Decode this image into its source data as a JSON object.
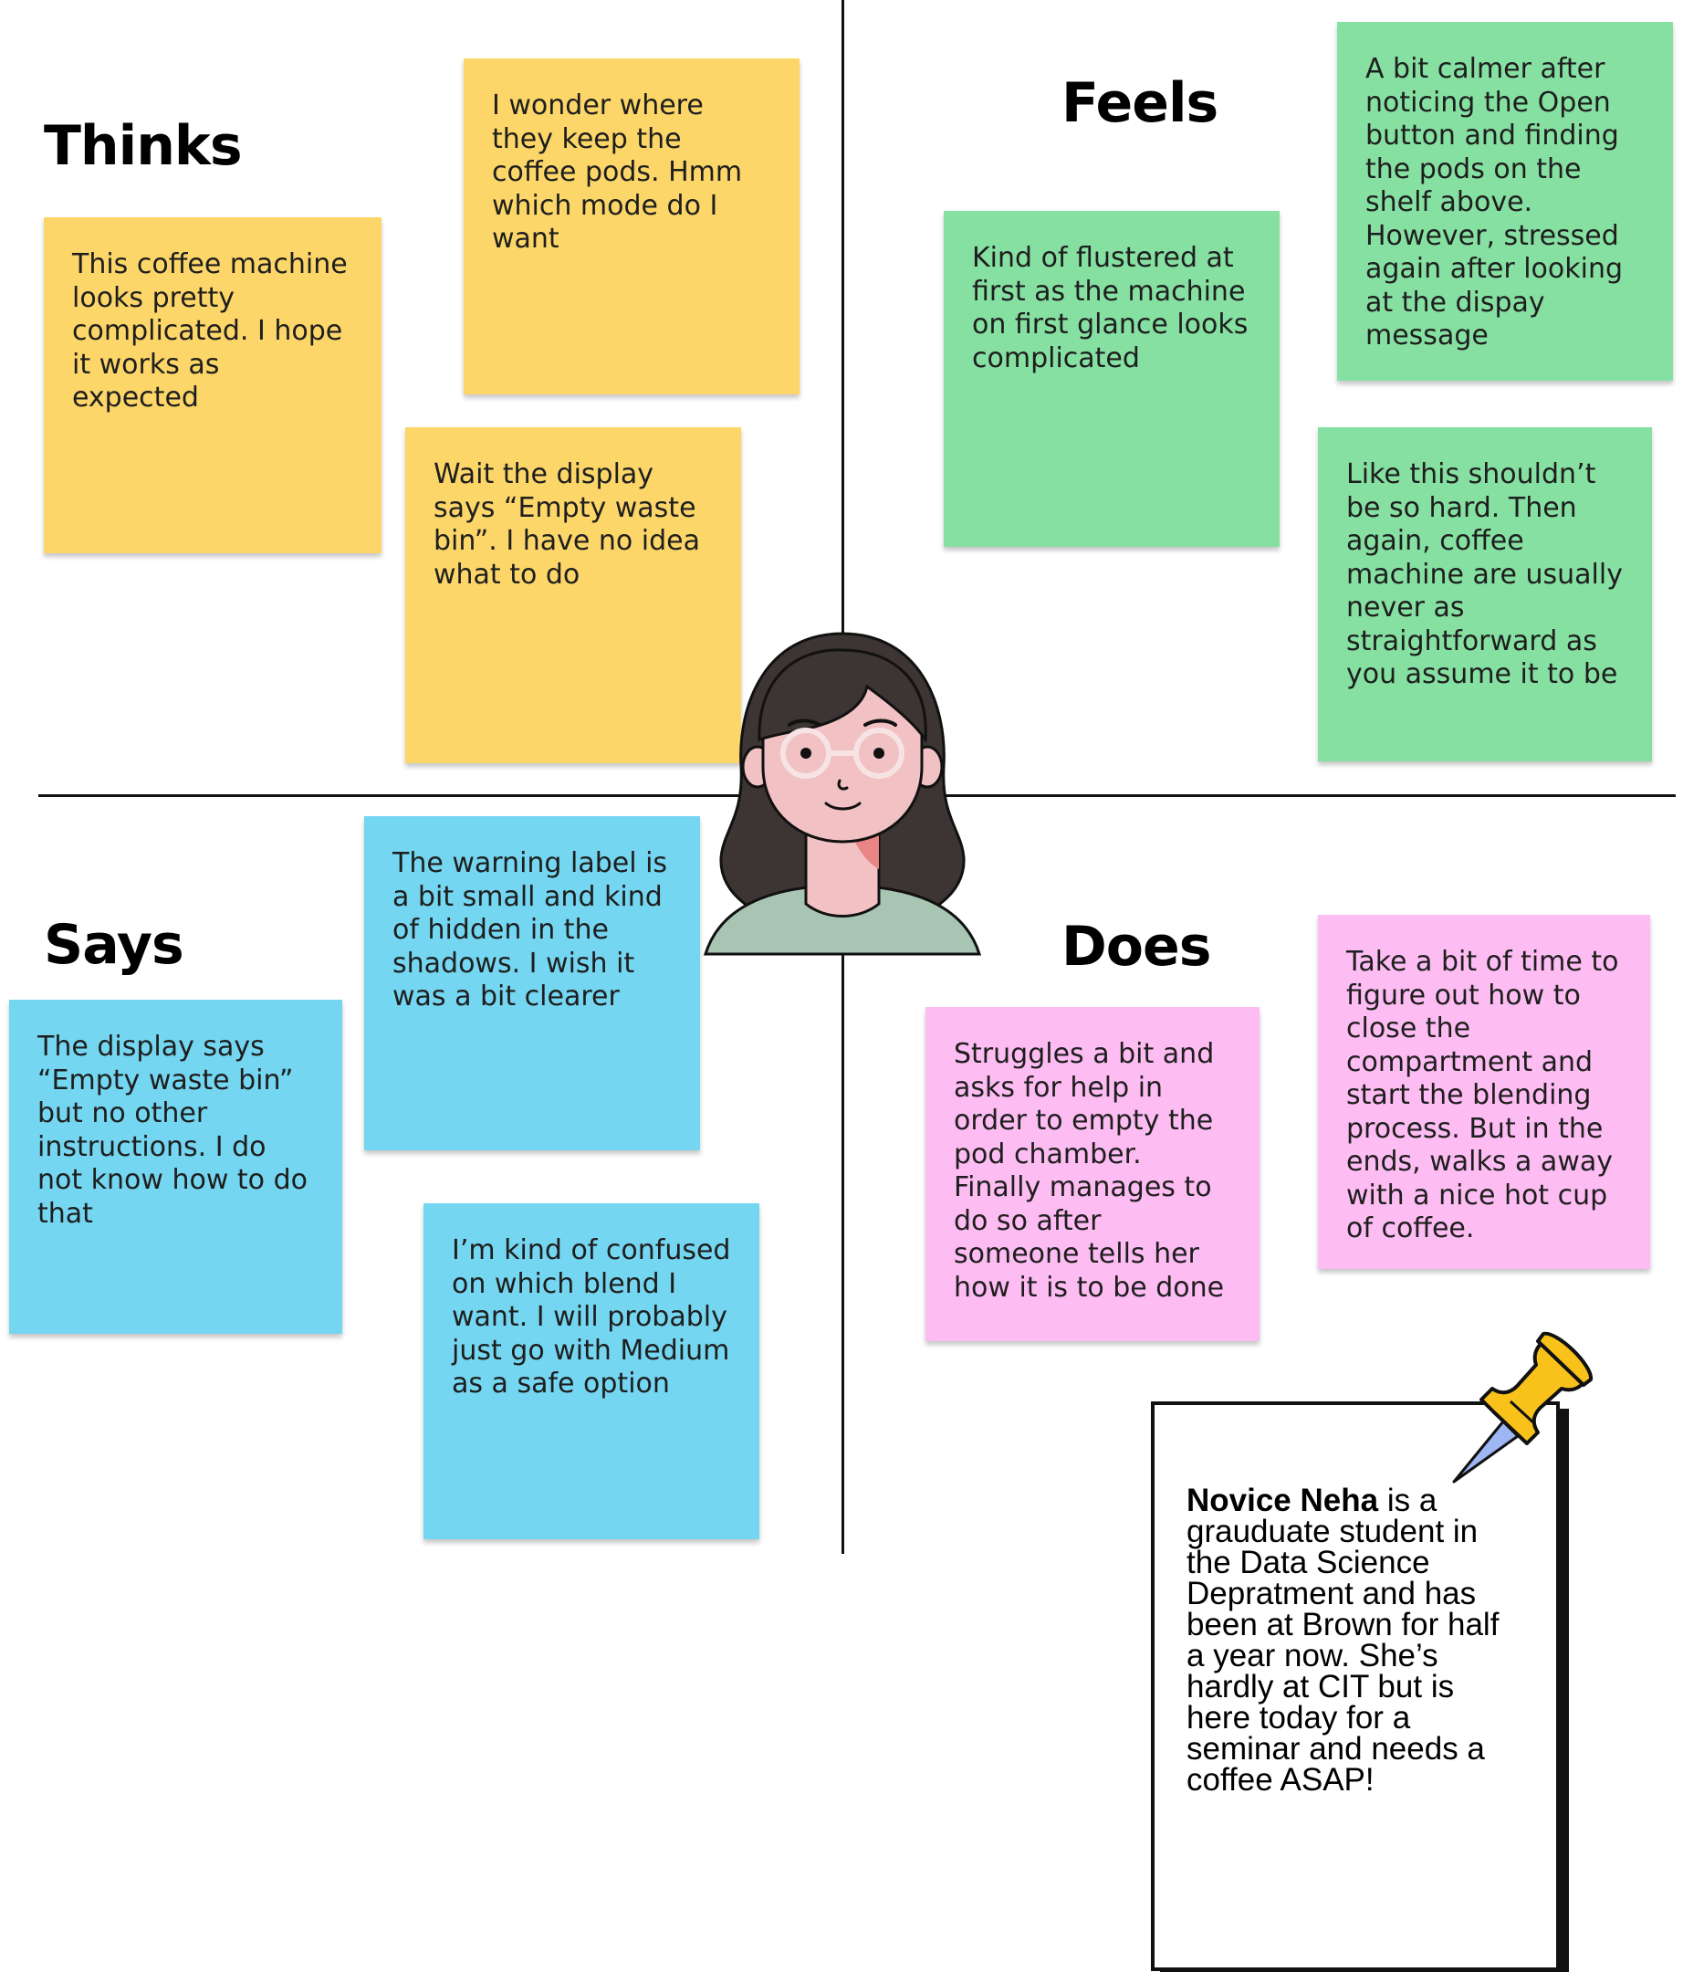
{
  "quadrants": {
    "thinks": {
      "title": "Thinks",
      "notes": [
        "This coffee machine looks pretty complicated. I hope it works as expected",
        "I wonder where they keep the coffee pods. Hmm which mode do I want",
        "Wait the display says “Empty waste bin”. I have no idea what to do"
      ]
    },
    "feels": {
      "title": "Feels",
      "notes": [
        "Kind of flustered at first as the machine on first glance looks complicated",
        "A bit calmer after noticing the Open button and finding the pods on the shelf above. However, stressed again after looking at the dispay message",
        "Like this shouldn’t be so hard. Then again, coffee machine are usually never as straightforward as you assume it to be"
      ]
    },
    "says": {
      "title": "Says",
      "notes": [
        "The warning label is a bit small and kind of hidden in the shadows. I wish it was a bit clearer",
        "The display says “Empty waste bin” but no other instructions. I do not know how to do that",
        "I’m kind of confused on which blend I want. I will probably just go with Medium as a safe option"
      ]
    },
    "does": {
      "title": "Does",
      "notes": [
        "Take a bit of time to figure out how to close the compartment and start the blending process. But in the ends, walks a away with a nice hot cup of coffee.",
        "Struggles a bit and asks for help in order to empty the pod chamber. Finally manages to do so after someone tells her how it is to be done"
      ]
    }
  },
  "persona": {
    "name": "Novice Neha",
    "description": " is a grauduate student in the Data Science Depratment and has been at Brown for half a year now. She’s hardly at CIT but is here today for a seminar and needs a coffee ASAP!"
  },
  "colors": {
    "yellow": "#fcd668",
    "green": "#86e0a2",
    "blue": "#74d6f0",
    "pink": "#fdbcf2"
  },
  "icons": {
    "avatar": "woman-avatar-icon",
    "pin": "push-pin-icon"
  }
}
